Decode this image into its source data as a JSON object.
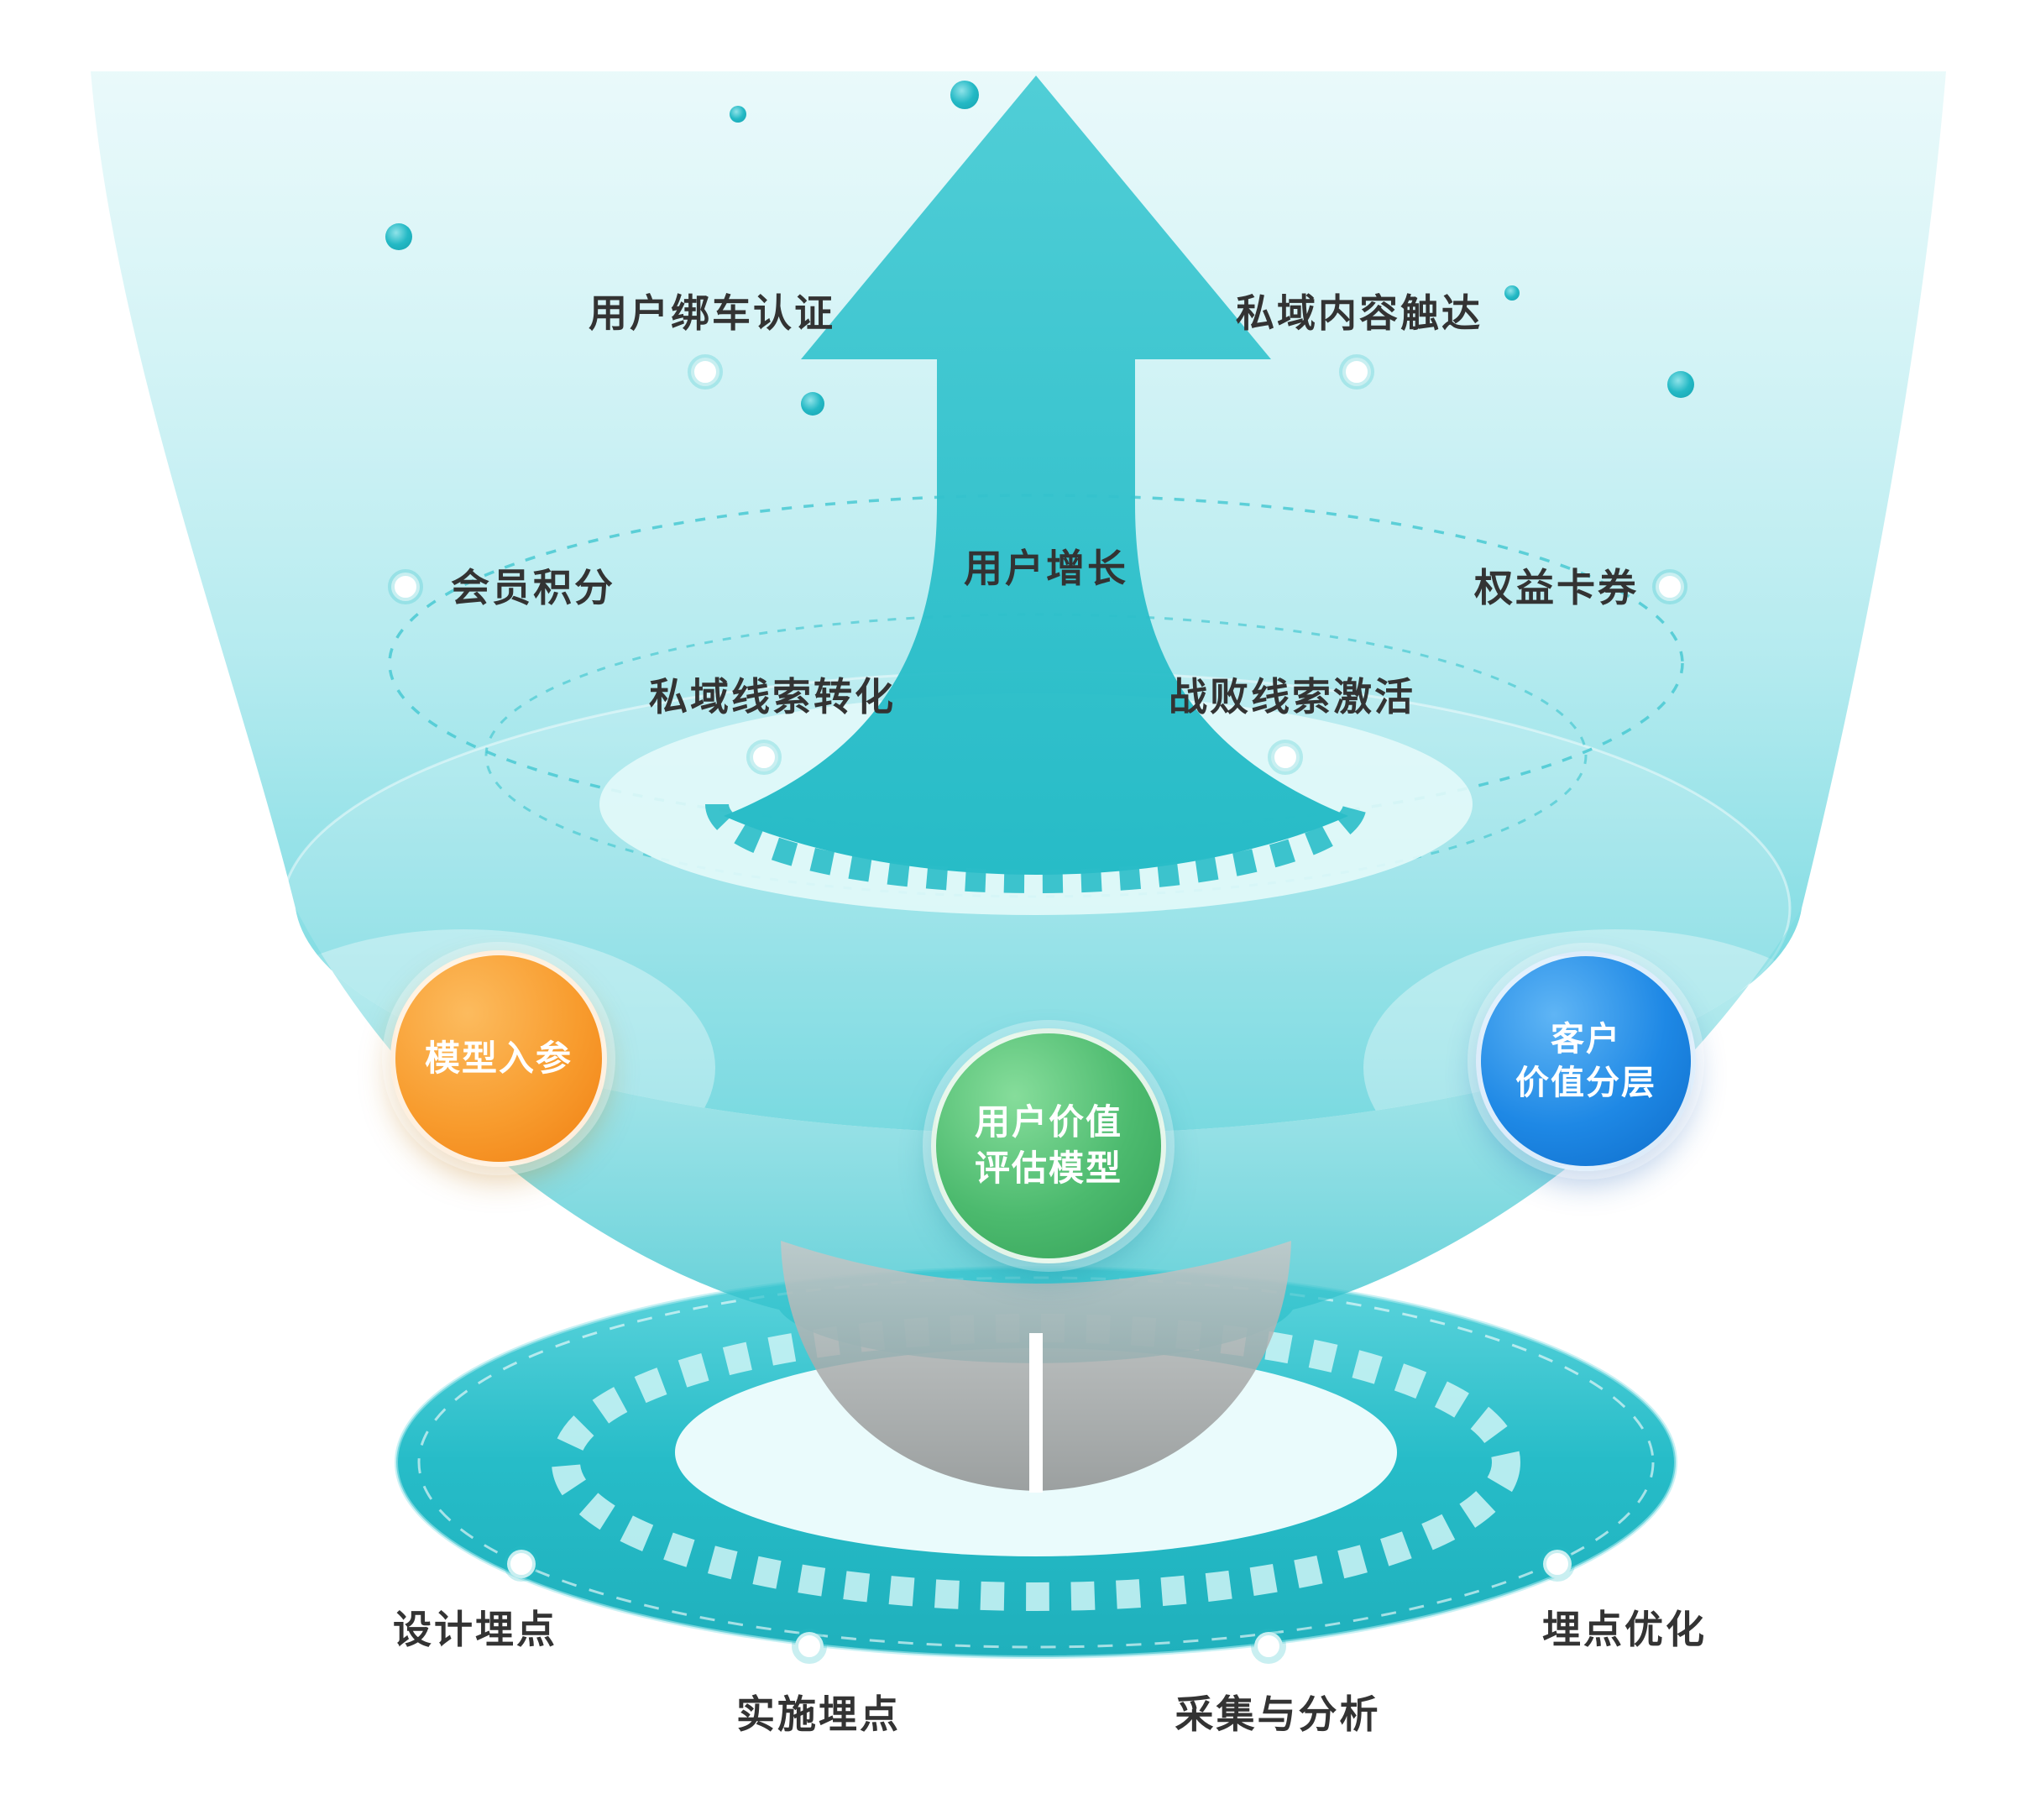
{
  "diagram": {
    "upper_labels": [
      {
        "key": "user-bind-car",
        "label": "用户绑车认证"
      },
      {
        "key": "private-content-reach",
        "label": "私域内容触达"
      },
      {
        "key": "member-points",
        "label": "会员积分"
      },
      {
        "key": "user-growth",
        "label": "用户增长"
      },
      {
        "key": "rights-coupons",
        "label": "权益卡券"
      },
      {
        "key": "private-lead-conversion",
        "label": "私域线索转化"
      },
      {
        "key": "lost-lead-activation",
        "label": "战败线索激活"
      }
    ],
    "model_nodes": {
      "input": {
        "label": "模型入参",
        "color": "#F89C2E"
      },
      "core": {
        "line1": "用户价值",
        "line2": "评估模型",
        "color": "#4CBA6E"
      },
      "output": {
        "line1": "客户",
        "line2": "价值分层",
        "color": "#1E88E5"
      }
    },
    "bottom_labels": [
      {
        "key": "design-tracking",
        "label": "设计埋点"
      },
      {
        "key": "implement-tracking",
        "label": "实施埋点"
      },
      {
        "key": "collection-analysis",
        "label": "采集与分析"
      },
      {
        "key": "tracking-optimization",
        "label": "埋点优化"
      }
    ],
    "colors": {
      "teal": "#2BBFC9",
      "teal_light": "#D9F6F8",
      "orange": "#F89C2E",
      "green": "#4CBA6E",
      "blue": "#1E88E5",
      "text": "#333333",
      "funnel_gray": "#9E9E9E"
    }
  }
}
